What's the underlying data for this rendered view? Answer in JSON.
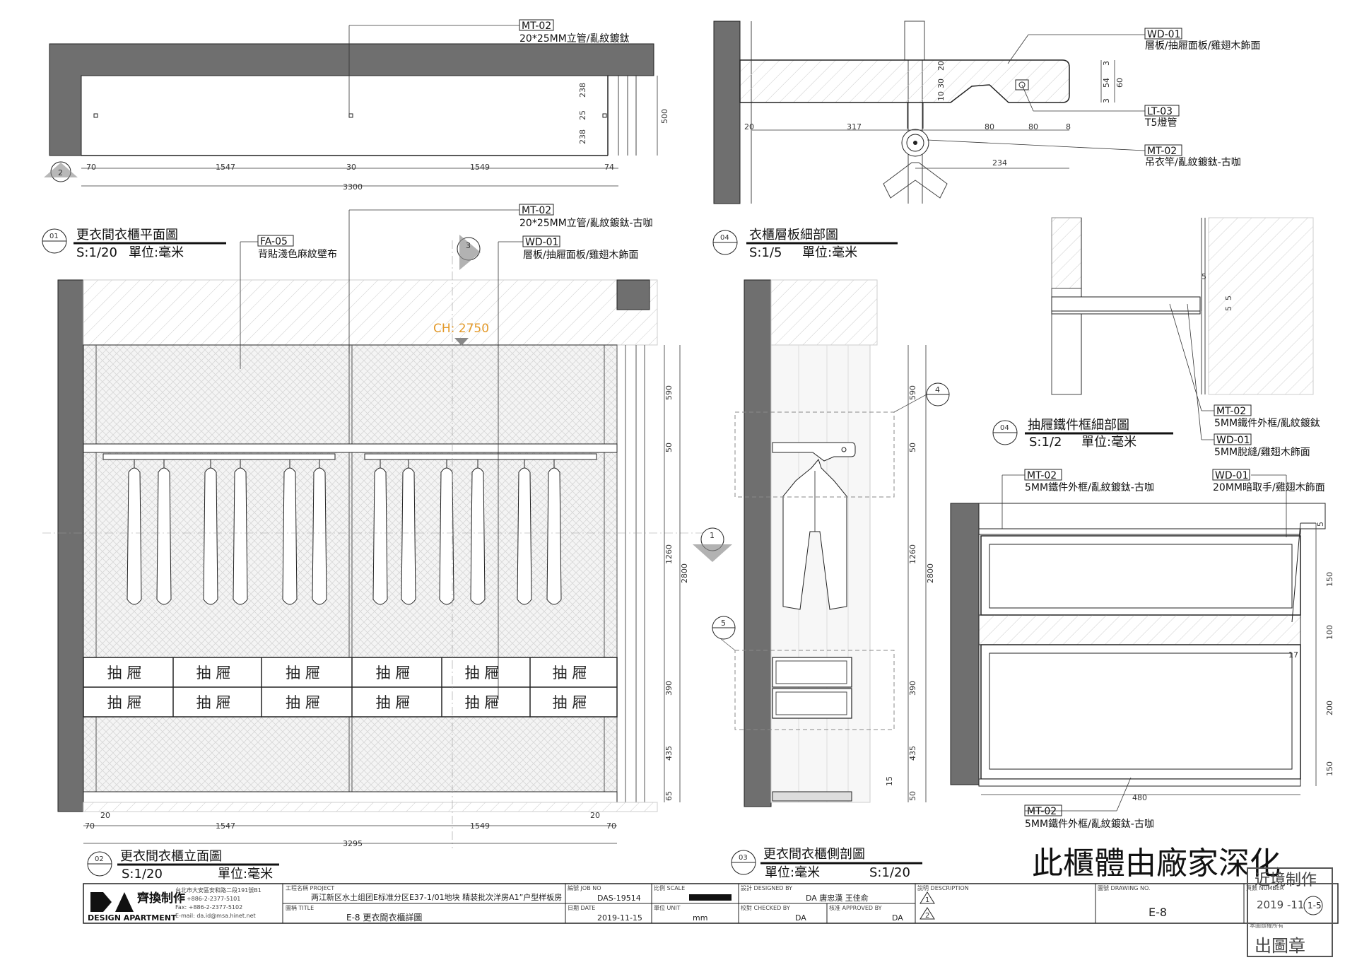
{
  "callouts": {
    "mt02_top": {
      "code": "MT-02",
      "desc": "20*25MM立管/亂紋鍍鈦"
    },
    "mt02_mid": {
      "code": "MT-02",
      "desc": "20*25MM立管/亂紋鍍鈦-古咖"
    },
    "wd01_mid": {
      "code": "WD-01",
      "desc": "層板/抽屜面板/雞翅木飾面"
    },
    "fa05": {
      "code": "FA-05",
      "desc": "背貼淺色麻紋壁布"
    },
    "wd01_tr": {
      "code": "WD-01",
      "desc": "層板/抽屜面板/雞翅木飾面"
    },
    "lt03": {
      "code": "LT-03",
      "desc": "T5燈管"
    },
    "mt02_tr": {
      "code": "MT-02",
      "desc": "吊衣竿/亂紋鍍鈦-古咖"
    },
    "mt02_d1": {
      "code": "MT-02",
      "desc": "5MM鐵件外框/亂紋鍍鈦"
    },
    "wd01_d1": {
      "code": "WD-01",
      "desc": "5MM脫縫/雞翅木飾面"
    },
    "mt02_d2": {
      "code": "MT-02",
      "desc": "5MM鐵件外框/亂紋鍍鈦-古咖"
    },
    "wd01_d2": {
      "code": "WD-01",
      "desc": "20MM暗取手/雞翅木飾面"
    },
    "mt02_d3": {
      "code": "MT-02",
      "desc": "5MM鐵件外框/亂紋鍍鈦-古咖"
    }
  },
  "views": {
    "v01": {
      "num": "01",
      "title": "更衣間衣櫃平面圖",
      "scale": "S:1/20",
      "unit": "單位:毫米"
    },
    "v02": {
      "num": "02",
      "title": "更衣間衣櫃立面圖",
      "scale": "S:1/20",
      "unit": "單位:毫米"
    },
    "v03": {
      "num": "03",
      "title": "更衣間衣櫃側剖圖",
      "scale": "S:1/20",
      "unit": "單位:毫米"
    },
    "v04a": {
      "num": "04",
      "title": "衣櫃層板細部圖",
      "scale": "S:1/5",
      "unit": "單位:毫米"
    },
    "v04b": {
      "num": "04",
      "title": "抽屜鐵件框細部圖",
      "scale": "S:1/2",
      "unit": "單位:毫米"
    }
  },
  "ceiling_height": "CH: 2750",
  "drawer_label": "抽 屜",
  "plan_dims": {
    "a": "70",
    "b": "1547",
    "c": "30",
    "d": "1549",
    "e": "74",
    "total": "3300",
    "h1": "238",
    "h2": "25",
    "h3": "238",
    "h4": "500"
  },
  "elev_dims": {
    "a": "70",
    "b": "1547",
    "c": "20",
    "d": "1549",
    "e": "20",
    "f": "70",
    "total": "3295",
    "v1": "590",
    "v2": "50",
    "v3": "1260",
    "v4": "390",
    "v5": "435",
    "v6": "65",
    "vt": "2800"
  },
  "side_dims": {
    "v1": "590",
    "v2": "50",
    "v3": "1260",
    "v4": "390",
    "v5": "435",
    "v6": "15",
    "v7": "50",
    "vt": "2800"
  },
  "detail_dims": {
    "a": "20",
    "b": "317",
    "c": "80",
    "d": "80",
    "e": "8",
    "f": "234",
    "g": "20",
    "h": "30",
    "i": "10",
    "j": "54",
    "k": "60",
    "l": "3",
    "m": "3"
  },
  "drawer_detail_dims": {
    "a": "5",
    "b": "5",
    "c": "5",
    "d": "480",
    "e": "17",
    "f": "150",
    "g": "100",
    "h": "200",
    "i": "150",
    "j": "5"
  },
  "bubbles": {
    "s2": "2",
    "s3": "3",
    "s1": "1",
    "s4": "4",
    "s5": "5",
    "sheet": "E-8"
  },
  "factory_note": "此櫃體由廠家深化",
  "titleblock": {
    "company_address": "台北市大安區安和路二段191號B1",
    "company_tel": "Tel: +886-2-2377-5101",
    "company_fax": "Fax: +886-2-2377-5102",
    "company_email": "E-mail: da.id@msa.hinet.net",
    "logo_text": "DESIGN APARTMENT",
    "logo_cn": "齊換制作",
    "project_label": "工程名稱 PROJECT",
    "project_value": "两江新区水土组团E标准分区E37-1/01地块 精装批次洋房A1”户型样板房",
    "title_label": "圖稱 TITLE",
    "title_value": "E-8 更衣間衣櫃詳圖",
    "job_label": "編號 JOB NO",
    "job_value": "DAS-19514",
    "date_label": "日期 DATE",
    "date_value": "2019-11-15",
    "scale_label": "比例 SCALE",
    "unit_label": "單位 UNIT",
    "unit_value": "mm",
    "designed_label": "設計 DESIGNED BY",
    "designed_value": "DA 唐忠漢 王佳俞",
    "checked_label": "校對 CHECKED BY",
    "checked_value": "DA",
    "approved_label": "核准 APPROVED BY",
    "approved_value": "DA",
    "desc_label": "說明 DESCRIPTION",
    "rev1": "1",
    "rev2": "2",
    "drawing_label": "圖號 DRAWING NO.",
    "drawing_value": "E-8",
    "number_label": "頁數 NUMBER",
    "number_value": "1-5",
    "stamp_top": "近境制作",
    "stamp_date": "2019 -11",
    "stamp_bottom": "出圖章",
    "stamp_note": "本圖版權所有"
  }
}
